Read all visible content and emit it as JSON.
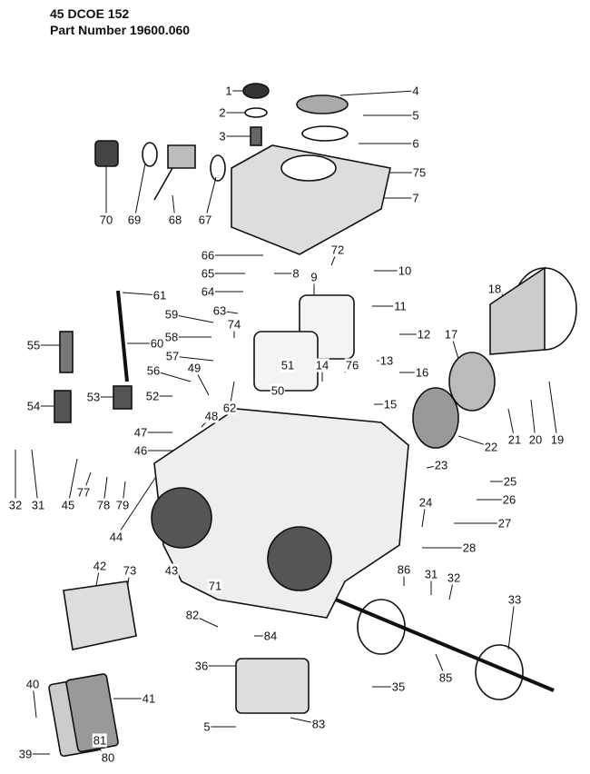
{
  "header": {
    "model": "45 DCOE 152",
    "part_number": "Part Number 19600.060"
  },
  "part_labels": [
    "1",
    "2",
    "3",
    "4",
    "5",
    "6",
    "75",
    "7",
    "70",
    "69",
    "68",
    "67",
    "66",
    "65",
    "8",
    "72",
    "9",
    "10",
    "61",
    "64",
    "63",
    "59",
    "74",
    "11",
    "18",
    "12",
    "60",
    "55",
    "58",
    "57",
    "49",
    "17",
    "51",
    "14",
    "76",
    "13",
    "16",
    "56",
    "50",
    "62",
    "52",
    "53",
    "54",
    "15",
    "48",
    "47",
    "46",
    "21",
    "20",
    "19",
    "22",
    "23",
    "25",
    "26",
    "27",
    "24",
    "28",
    "32",
    "31",
    "45",
    "77",
    "78",
    "79",
    "44",
    "43",
    "71",
    "86",
    "31",
    "32",
    "33",
    "42",
    "73",
    "82",
    "84",
    "36",
    "85",
    "35",
    "40",
    "41",
    "5",
    "83",
    "81",
    "39",
    "80"
  ],
  "colors": {
    "ink": "#111111",
    "paper": "#ffffff"
  }
}
